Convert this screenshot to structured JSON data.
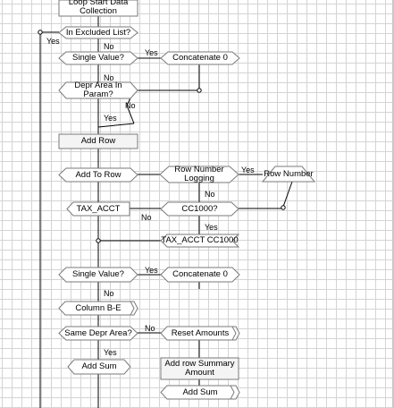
{
  "nodes": {
    "loop_start": "Loop Start Data Collection",
    "in_excluded_list": "In Excluded List?",
    "single_value_1": "Single Value?",
    "concatenate_0_a": "Concatenate 0",
    "depr_area_in_param": "Depr Area In Param?",
    "add_row": "Add Row",
    "add_to_row": "Add To Row",
    "row_number_logging": "Row Number Logging",
    "row_number": "Row Number",
    "tax_acct": "TAX_ACCT",
    "cc1000": "CC1000?",
    "tax_acct_cc1000": "TAX_ACCT CC1000",
    "single_value_2": "Single Value?",
    "concatenate_0_b": "Concatenate 0",
    "column_b_e": "Column B-E",
    "same_depr_area": "Same Depr Area?",
    "reset_amounts": "Reset Amounts",
    "add_sum_1": "Add Sum",
    "add_row_summary_amount": "Add row Summary Amount",
    "add_sum_2": "Add Sum"
  },
  "labels": {
    "yes": "Yes",
    "no": "No"
  },
  "colors": {
    "grid": "#d4d4d4",
    "shape_stroke": "#7a7a7a",
    "wire": "#000000"
  }
}
